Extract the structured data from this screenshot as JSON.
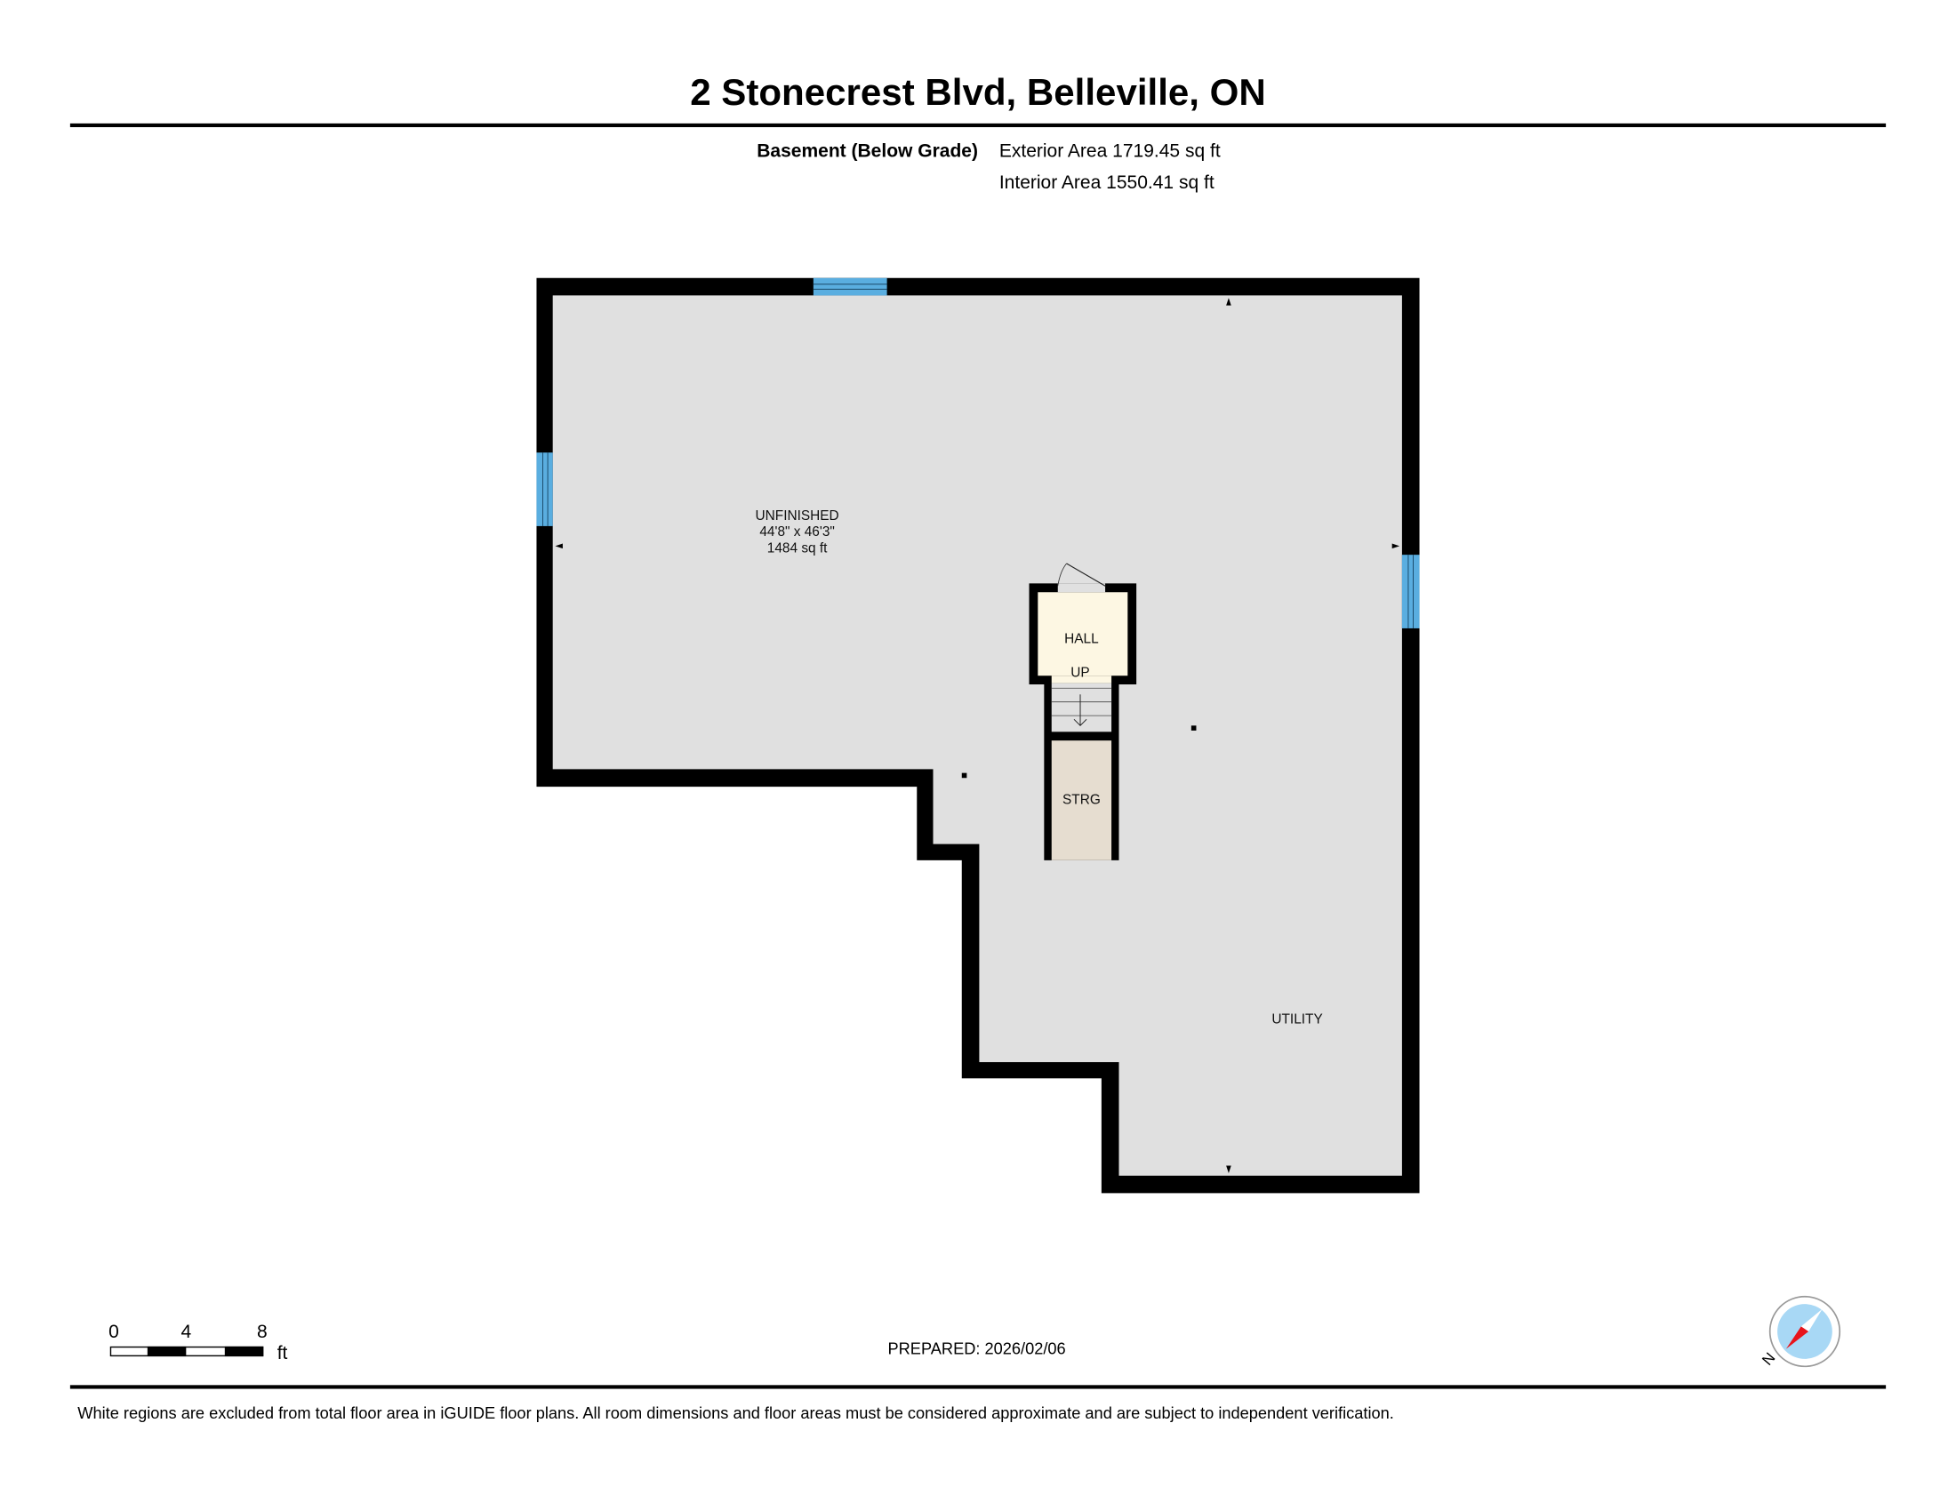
{
  "header": {
    "title": "2 Stonecrest Blvd, Belleville, ON",
    "floor_label": "Basement (Below Grade)",
    "exterior_area": "Exterior Area 1719.45 sq ft",
    "interior_area": "Interior Area 1550.41 sq ft"
  },
  "rooms": {
    "unfinished": {
      "name": "UNFINISHED",
      "dimensions": "44'8\" x 46'3\"",
      "area": "1484 sq ft"
    },
    "hall": {
      "name": "HALL"
    },
    "stairs": {
      "label": "UP"
    },
    "storage": {
      "name": "STRG"
    },
    "utility": {
      "name": "UTILITY"
    }
  },
  "scale_bar": {
    "labels": [
      "0",
      "4",
      "8"
    ],
    "unit": "ft"
  },
  "prepared": "PREPARED: 2026/02/06",
  "compass": {
    "label": "N"
  },
  "footer": {
    "disclaimer": "White regions are excluded from total floor area in iGUIDE floor plans. All room dimensions and floor areas must be considered approximate and are subject to independent verification."
  },
  "colors": {
    "wall": "#000000",
    "floor": "#e0e0e0",
    "hall": "#fdf7e3",
    "storage": "#e6ddd0",
    "window": "#5aaee0",
    "compass_face": "#a8d8f5",
    "compass_needle": "#e8141b"
  }
}
